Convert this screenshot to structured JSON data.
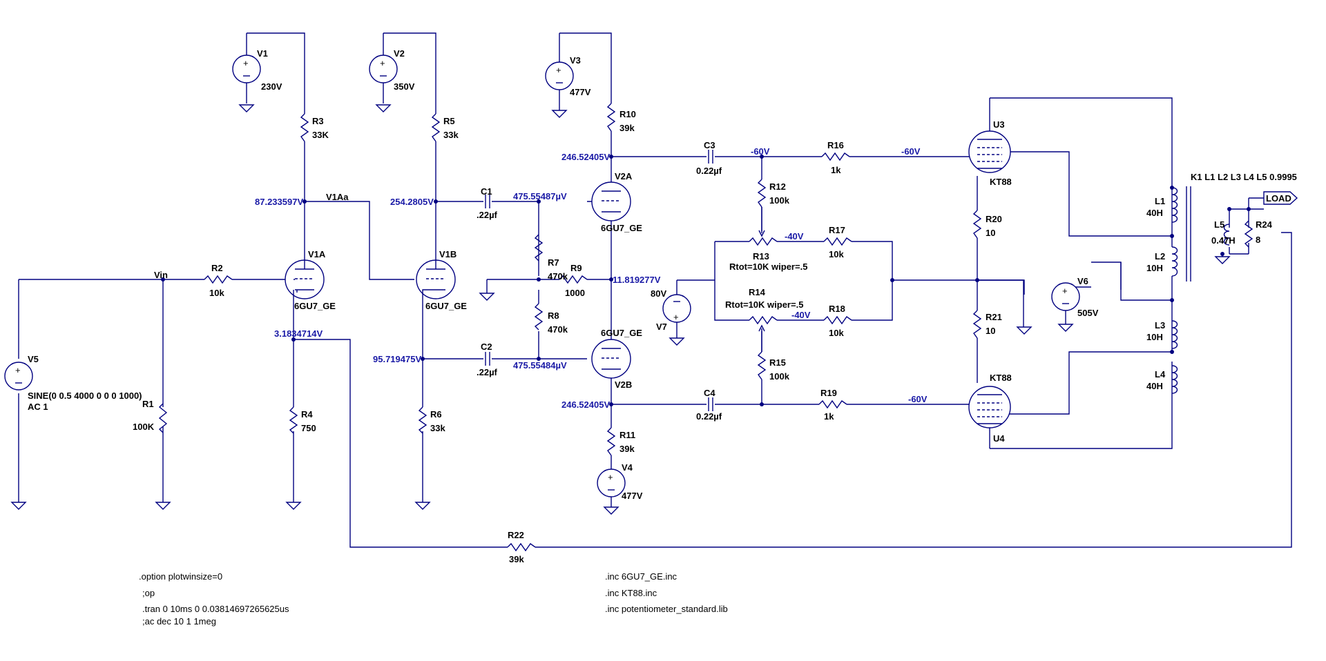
{
  "components": {
    "V1": {
      "name": "V1",
      "value": "230V"
    },
    "V2": {
      "name": "V2",
      "value": "350V"
    },
    "V3": {
      "name": "V3",
      "value": "477V"
    },
    "V4": {
      "name": "V4",
      "value": "477V"
    },
    "V5": {
      "name": "V5",
      "value": "SINE(0 0.5 4000 0 0 0 1000)",
      "value2": "AC 1"
    },
    "V6": {
      "name": "V6",
      "value": "505V"
    },
    "V7": {
      "name": "V7",
      "value": "80V"
    },
    "R1": {
      "name": "R1",
      "value": "100K"
    },
    "R2": {
      "name": "R2",
      "value": "10k"
    },
    "R3": {
      "name": "R3",
      "value": "33K"
    },
    "R4": {
      "name": "R4",
      "value": "750"
    },
    "R5": {
      "name": "R5",
      "value": "33k"
    },
    "R6": {
      "name": "R6",
      "value": "33k"
    },
    "R7": {
      "name": "R7",
      "value": "470k"
    },
    "R8": {
      "name": "R8",
      "value": "470k"
    },
    "R9": {
      "name": "R9",
      "value": "1000"
    },
    "R10": {
      "name": "R10",
      "value": "39k"
    },
    "R11": {
      "name": "R11",
      "value": "39k"
    },
    "R12": {
      "name": "R12",
      "value": "100k"
    },
    "R13": {
      "name": "R13",
      "value": "Rtot=10K wiper=.5"
    },
    "R14": {
      "name": "R14",
      "value": "Rtot=10K wiper=.5"
    },
    "R15": {
      "name": "R15",
      "value": "100k"
    },
    "R16": {
      "name": "R16",
      "value": "1k"
    },
    "R17": {
      "name": "R17",
      "value": "10k"
    },
    "R18": {
      "name": "R18",
      "value": "10k"
    },
    "R19": {
      "name": "R19",
      "value": "1k"
    },
    "R20": {
      "name": "R20",
      "value": "10"
    },
    "R21": {
      "name": "R21",
      "value": "10"
    },
    "R22": {
      "name": "R22",
      "value": "39k"
    },
    "R24": {
      "name": "R24",
      "value": "8"
    },
    "C1": {
      "name": "C1",
      "value": ".22µf"
    },
    "C2": {
      "name": "C2",
      "value": ".22µf"
    },
    "C3": {
      "name": "C3",
      "value": "0.22µf"
    },
    "C4": {
      "name": "C4",
      "value": "0.22µf"
    },
    "L1": {
      "name": "L1",
      "value": "40H"
    },
    "L2": {
      "name": "L2",
      "value": "10H"
    },
    "L3": {
      "name": "L3",
      "value": "10H"
    },
    "L4": {
      "name": "L4",
      "value": "40H"
    },
    "L5": {
      "name": "L5",
      "value": "0.47H"
    },
    "V1A": {
      "name": "V1A",
      "model": "6GU7_GE"
    },
    "V1B": {
      "name": "V1B",
      "model": "6GU7_GE"
    },
    "V2A": {
      "name": "V2A",
      "model": "6GU7_GE"
    },
    "V2B": {
      "name": "V2B",
      "model": "6GU7_GE"
    },
    "U3": {
      "name": "U3",
      "model": "KT88"
    },
    "U4": {
      "name": "U4",
      "model": "KT88"
    }
  },
  "nets": {
    "vin": "Vin",
    "v1aa": "V1Aa",
    "load": "LOAD"
  },
  "node_voltages": {
    "v1a_plate": "87.233597V",
    "v1a_cathode": "3.1834714V",
    "v1b_plate": "254.2805V",
    "v1b_cathode": "95.719475V",
    "c1_right": "475.55487µV",
    "c2_right": "475.55484µV",
    "pi_cathode": "11.819277V",
    "v2a_plate": "246.52405V",
    "v2b_plate": "246.52405V",
    "u3_grid_a": "-60V",
    "u3_grid_b": "-60V",
    "u4_grid": "-60V",
    "bias_a": "-40V",
    "bias_b": "-40V"
  },
  "directives": {
    "plotwinsize": ".option plotwinsize=0",
    "op": ";op",
    "tran": ".tran 0 10ms 0 0.03814697265625us",
    "ac": ";ac dec 10 1 1meg",
    "inc1": ".inc 6GU7_GE.inc",
    "inc2": ".inc KT88.inc",
    "inc3": ".inc potentiometer_standard.lib",
    "coupling": "K1 L1 L2 L3 L4 L5 0.9995"
  },
  "colors": {
    "wire": "#000080",
    "node_voltage": "#1a1aa6",
    "text": "#000000",
    "background": "#ffffff"
  }
}
